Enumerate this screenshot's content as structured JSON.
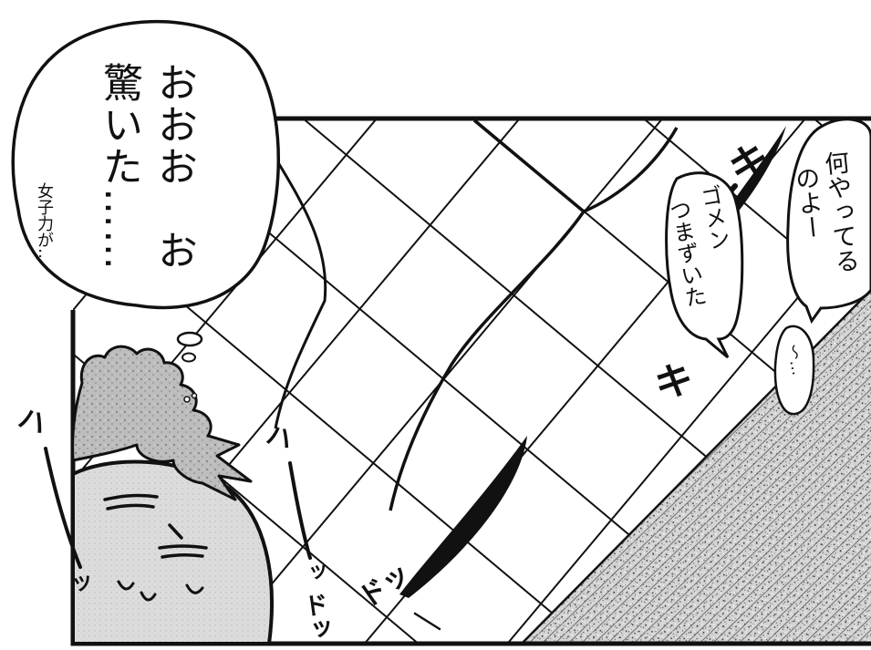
{
  "colors": {
    "ink": "#111111",
    "paper": "#ffffff",
    "screentone": "#d4d4d4",
    "hair_tone": "#bdbdbd",
    "skin_tone": "#dcdcdc"
  },
  "thought_bubble": {
    "line1": "おおお　お",
    "line2": "驚いた……",
    "aside": "女子力が…"
  },
  "speech_right": {
    "line1": "何やってる",
    "line2": "のよー"
  },
  "speech_middle": {
    "line1": "ゴメン",
    "line2": "つまずいた"
  },
  "speech_small": {
    "text": "〜…"
  },
  "sfx": {
    "left_ha": "ハ",
    "left_tsu": "ッ",
    "mid_ha": "ハ",
    "mid_tsu": "ッ",
    "do_1": "ドッ",
    "do_2": "ドッ",
    "ki_1": "キ",
    "ki_2": "キ"
  }
}
